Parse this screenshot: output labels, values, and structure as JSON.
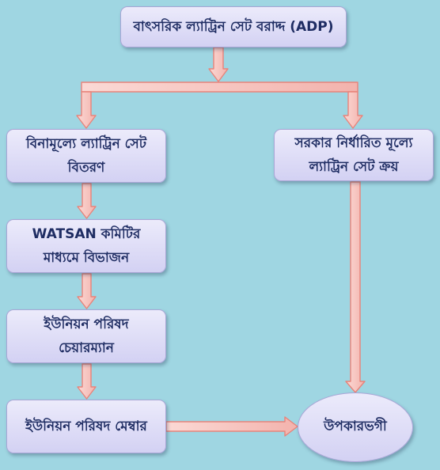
{
  "nodes": {
    "adp": "বাৎসরিক ল্যাট্রিন সেট বরাদ্দ (ADP)",
    "free_distribution": "বিনামূল্যে ল্যাট্রিন সেট\nবিতরণ",
    "govt_price": "সরকার নির্ধারিত মূল্যে\nল্যাট্রিন সেট ক্রয়",
    "watsan": "WATSAN কমিটির\nমাধ্যমে বিভাজন",
    "chairman": "ইউনিয়ন পরিষদ\nচেয়ারম্যান",
    "member": "ইউনিয়ন পরিষদ মেম্বার",
    "beneficiary": "উপকারভগী"
  },
  "colors": {
    "background": "#9fd6e2",
    "box_fill": "#dcdaf6",
    "box_border": "#a9a6d6",
    "text": "#1f2d63",
    "arrow_fill": "#f8c7c2",
    "arrow_stroke": "#e8837a"
  }
}
